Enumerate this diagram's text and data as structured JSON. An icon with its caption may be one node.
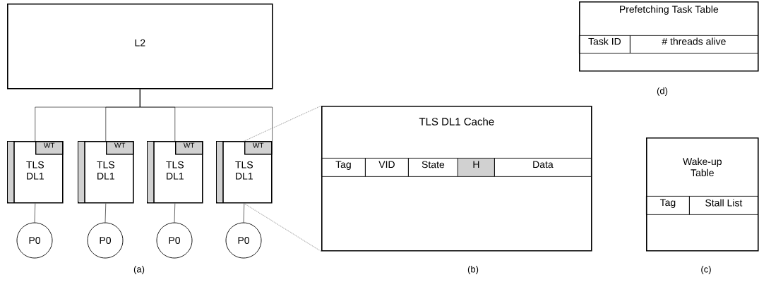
{
  "diagram": {
    "nodes": [
      {
        "text": [
          "L2"
        ]
      },
      {
        "text": [
          "TLS DL1"
        ]
      },
      {
        "text": [
          "WT"
        ],
        "in": 1
      },
      {
        "text": [
          "TLS DL1"
        ]
      },
      {
        "text": [
          "WT"
        ],
        "in": 3
      },
      {
        "text": [
          "TLS DL1"
        ]
      },
      {
        "text": [
          "WT"
        ],
        "in": 5
      },
      {
        "text": [
          "TLS DL1"
        ]
      },
      {
        "text": [
          "WT"
        ],
        "in": 7
      },
      {
        "text": [
          "P0"
        ]
      },
      {
        "text": [
          "P0"
        ]
      },
      {
        "text": [
          "P0"
        ]
      },
      {
        "text": [
          "P0"
        ]
      },
      {
        "text": [
          "TLS DL1 Cache"
        ]
      },
      {
        "text": [
          "Tag"
        ],
        "in": 13
      },
      {
        "text": [
          "VID"
        ],
        "in": 13
      },
      {
        "text": [
          "State"
        ],
        "in": 13
      },
      {
        "text": [
          "H"
        ],
        "in": 13
      },
      {
        "text": [
          "Data"
        ],
        "in": 13
      },
      {
        "text": [
          "Wake-up Table"
        ]
      },
      {
        "text": [
          "Tag"
        ],
        "in": 19
      },
      {
        "text": [
          "Stall List"
        ],
        "in": 19
      },
      {
        "text": [
          "Prefetching Task Table"
        ]
      },
      {
        "text": [
          "Task ID"
        ],
        "in": 22
      },
      {
        "text": [
          "# threads alive"
        ],
        "in": 22
      }
    ],
    "edges": [
      {
        "from": 0,
        "to": 1,
        "arrow": "none"
      },
      {
        "from": 0,
        "to": 3,
        "arrow": "none"
      },
      {
        "from": 0,
        "to": 5,
        "arrow": "none"
      },
      {
        "from": 0,
        "to": 7,
        "arrow": "none"
      },
      {
        "from": 1,
        "to": 9,
        "arrow": "none"
      },
      {
        "from": 3,
        "to": 10,
        "arrow": "none"
      },
      {
        "from": 5,
        "to": 11,
        "arrow": "none"
      },
      {
        "from": 7,
        "to": 12,
        "arrow": "none"
      },
      {
        "from": 7,
        "to": 13,
        "arrow": "none",
        "style": "dashed",
        "color": "#737373"
      },
      {
        "from": 7,
        "to": 13,
        "arrow": "none",
        "style": "dashed",
        "color": "#737373"
      }
    ],
    "labels": [
      "(d)",
      "(a)",
      "(b)",
      "(c)"
    ]
  }
}
